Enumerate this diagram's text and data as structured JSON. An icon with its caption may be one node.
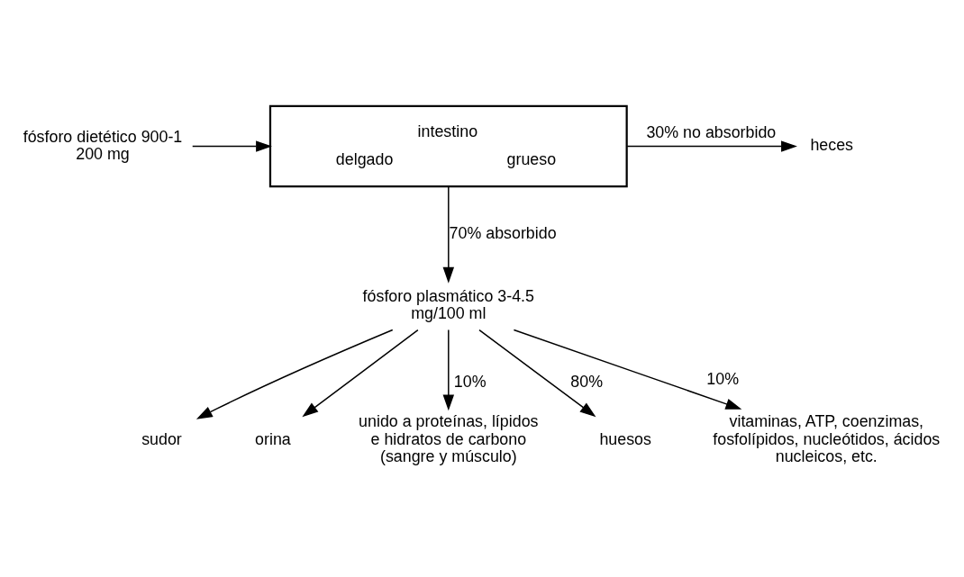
{
  "diagram": {
    "nodes": [
      {
        "text": [
          "fósforo dietético 900-1 200 mg"
        ]
      },
      {
        "text": [
          "intestino",
          "delgado",
          "grueso"
        ]
      },
      {
        "text": [
          "heces"
        ]
      },
      {
        "text": [
          "fósforo plasmático 3-4.5 mg/100 ml"
        ]
      },
      {
        "text": [
          "sudor"
        ]
      },
      {
        "text": [
          "orina"
        ]
      },
      {
        "text": [
          "unido a proteínas, lípidos e hidratos de carbono (sangre y músculo)"
        ]
      },
      {
        "text": [
          "huesos"
        ]
      },
      {
        "text": [
          "vitaminas, ATP, coenzimas, fosfolípidos, nucleótidos, ácidos nucleicos, etc."
        ]
      }
    ],
    "edges": [
      {
        "from": 0,
        "to": 1,
        "arrow": "to"
      },
      {
        "from": 1,
        "to": 2,
        "arrow": "to",
        "label": "30% no absorbido"
      },
      {
        "from": 1,
        "to": 3,
        "arrow": "to",
        "label": "70% absorbido"
      },
      {
        "from": 3,
        "to": 4,
        "arrow": "to"
      },
      {
        "from": 3,
        "to": 5,
        "arrow": "to"
      },
      {
        "from": 3,
        "to": 6,
        "arrow": "to",
        "label": "10%"
      },
      {
        "from": 3,
        "to": 7,
        "arrow": "to",
        "label": "80%"
      },
      {
        "from": 3,
        "to": 8,
        "arrow": "to",
        "label": "10%"
      }
    ]
  }
}
